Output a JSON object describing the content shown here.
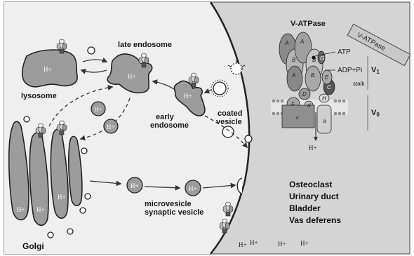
{
  "labels": {
    "lysosome": "lysosome",
    "late_endosome": "late endosome",
    "early_endosome_1": "early",
    "early_endosome_2": "endosome",
    "coated_vesicle_1": "coated",
    "coated_vesicle_2": "vesicle",
    "golgi": "Golgi",
    "microvesicle_1": "microvesicle",
    "microvesicle_2": "synaptic vesicle",
    "proton": "H+",
    "vatpase_title": "V-ATPase",
    "vatpase_tag": "V-ATPase",
    "atp": "ATP",
    "adp_pi": "ADP+Pi",
    "v1": "V",
    "v1_sub": "1",
    "v0": "V",
    "v0_sub": "0",
    "stalk": "stalk"
  },
  "subunits": [
    "A",
    "B",
    "A",
    "B",
    "A",
    "B",
    "C",
    "D",
    "E",
    "F",
    "G",
    "H",
    "a",
    "c",
    "d"
  ],
  "cell_types": [
    "Osteoclast",
    "Urinary duct",
    "Bladder",
    "Vas deferens"
  ],
  "colors": {
    "background": "#ffffff",
    "cytoplasm": "#efefef",
    "extracellular": "#d4d4d4",
    "organelle": "#9c9c9c",
    "outline": "#222222"
  },
  "icons": [
    "vatpase-pump-icon",
    "clathrin-coat-icon"
  ]
}
